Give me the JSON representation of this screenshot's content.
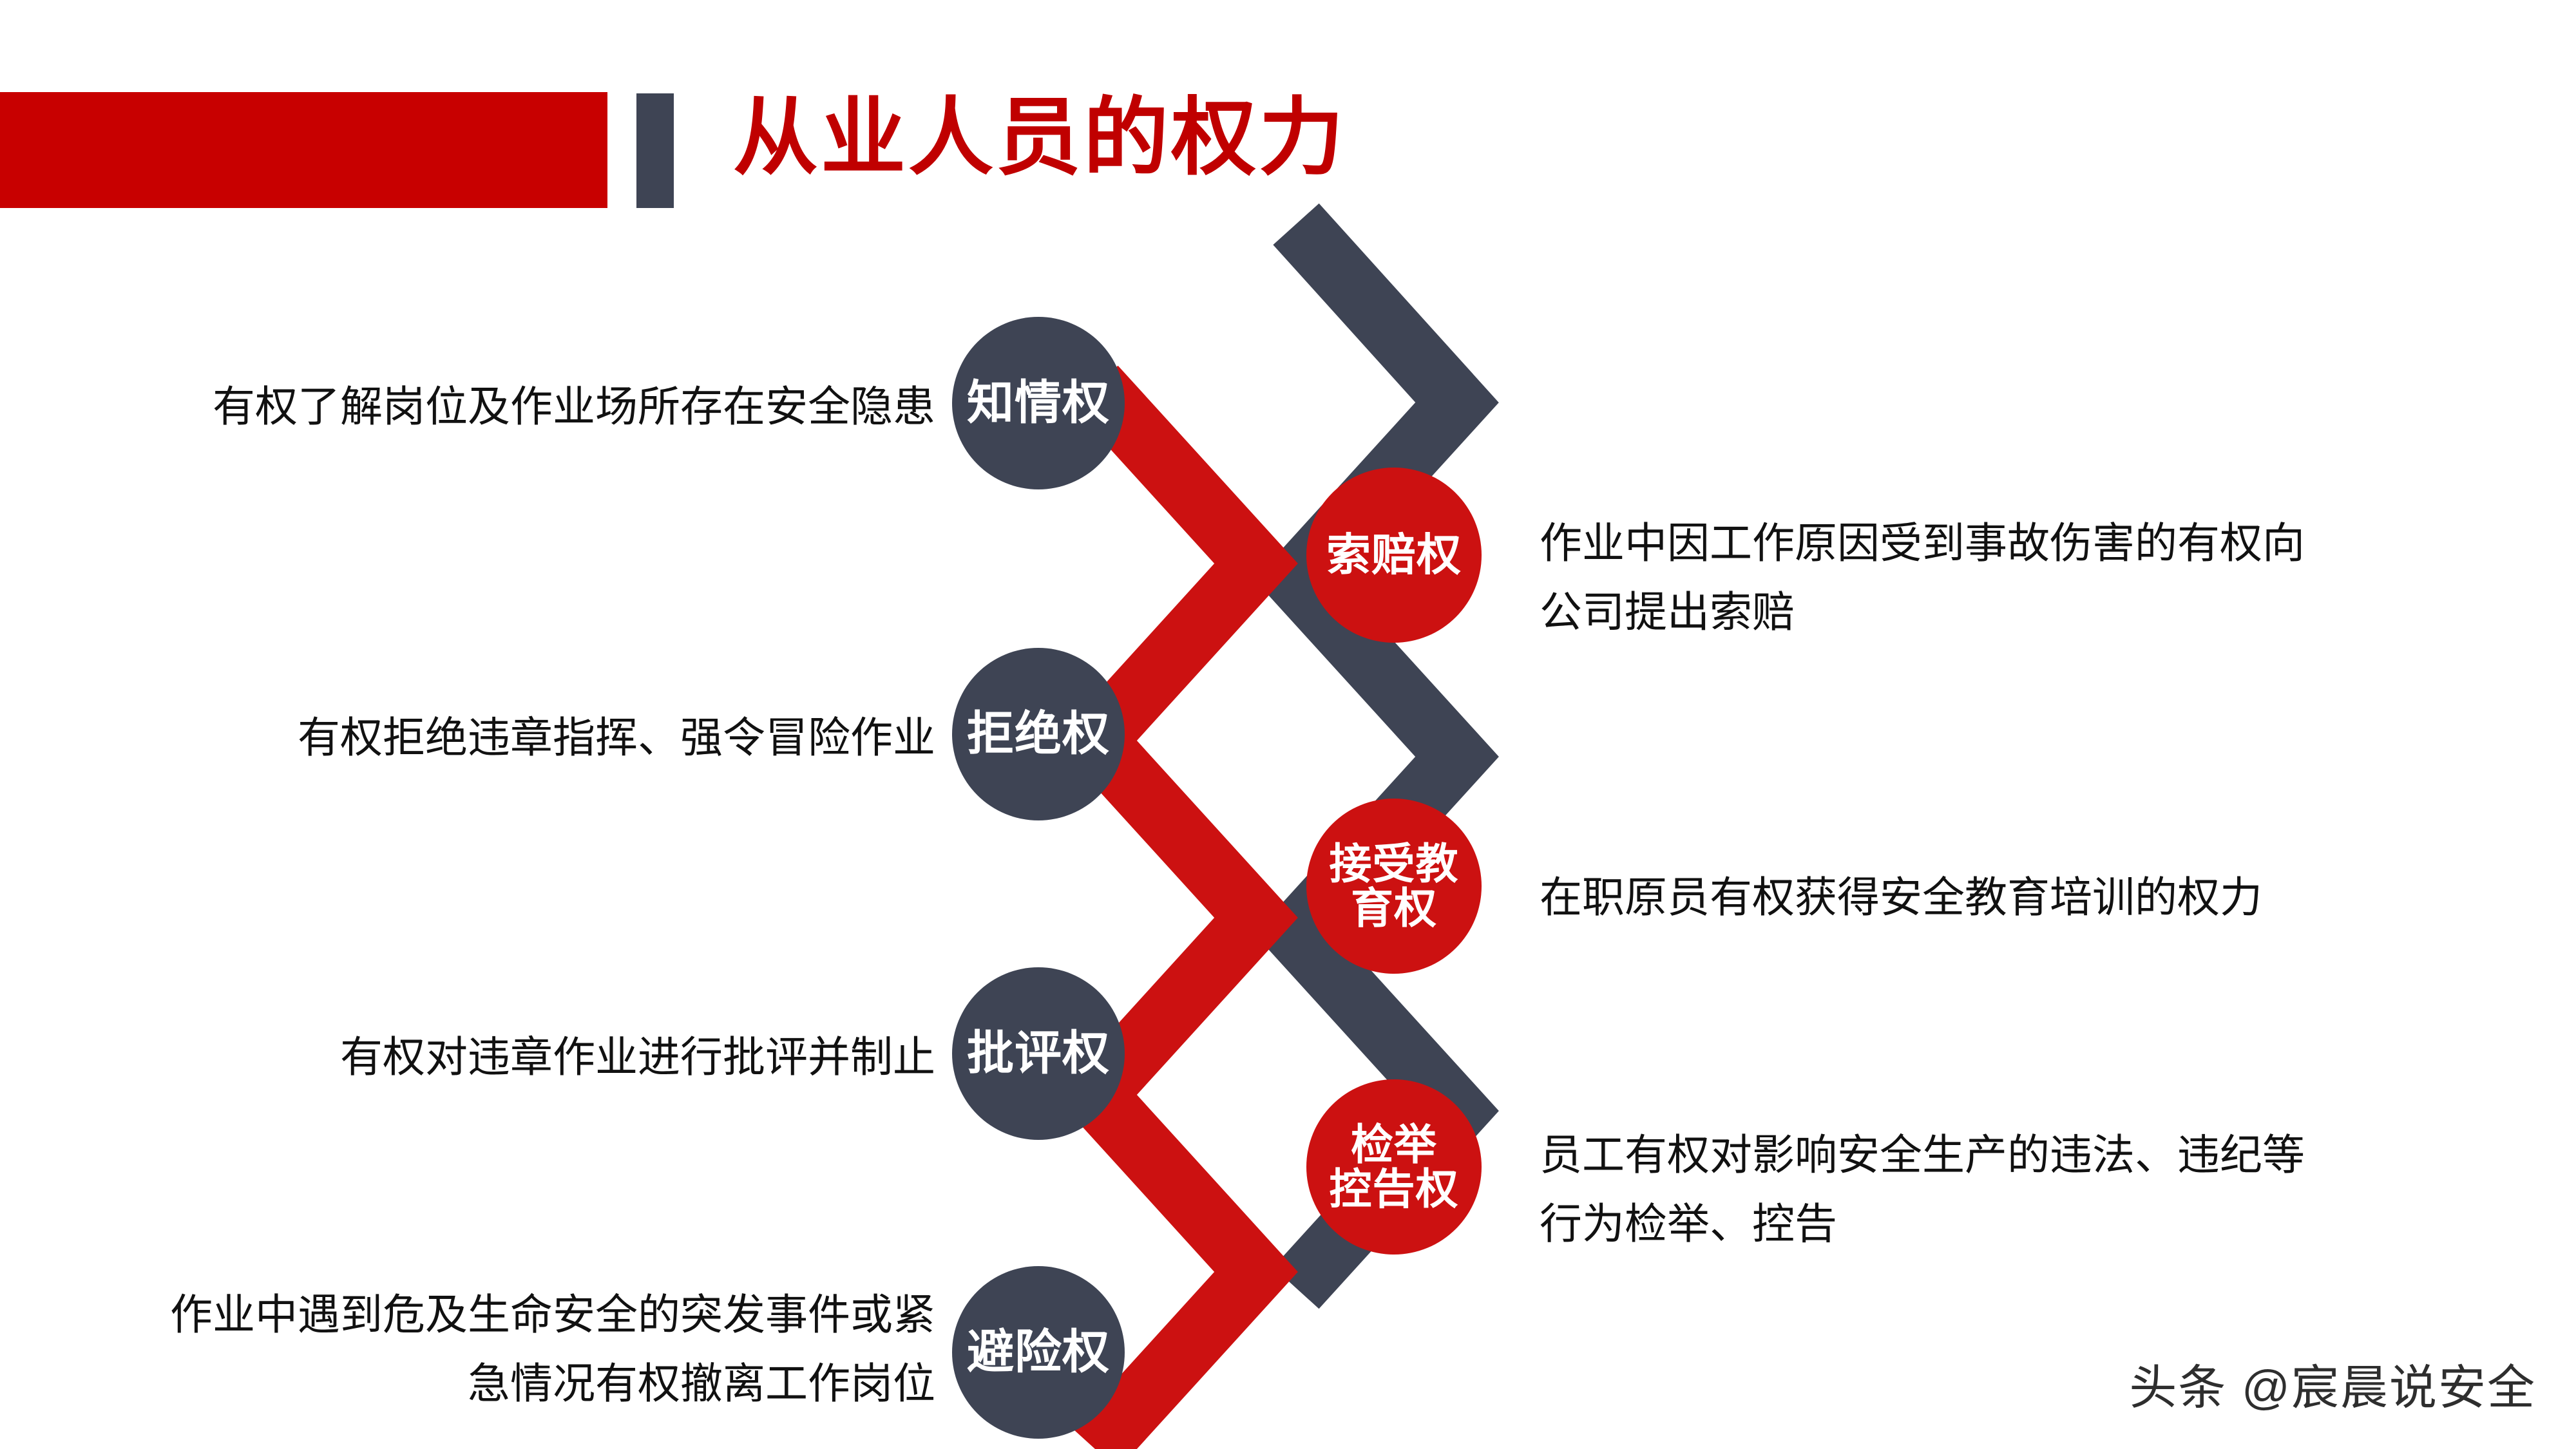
{
  "header": {
    "title": "从业人员的权力",
    "accent_red": "#C80000",
    "bar_dark": "#3E4454"
  },
  "theme": {
    "red": "#CC1111",
    "dark": "#3E4454",
    "background": "#FFFFFF",
    "text": "#111111"
  },
  "left_items": [
    {
      "badge": "知情权",
      "text": "有权了解岗位及作业场所存在安全隐患"
    },
    {
      "badge": "拒绝权",
      "text": "有权拒绝违章指挥、强令冒险作业"
    },
    {
      "badge": "批评权",
      "text": "有权对违章作业进行批评并制止"
    },
    {
      "badge": "避险权",
      "text": "作业中遇到危及生命安全的突发事件或紧\n急情况有权撤离工作岗位"
    }
  ],
  "right_items": [
    {
      "badge": "索赔权",
      "text": "作业中因工作原因受到事故伤害的有权向\n公司提出索赔"
    },
    {
      "badge": "接受教\n育权",
      "text": "在职原员有权获得安全教育培训的权力"
    },
    {
      "badge": "检举\n控告权",
      "text": "员工有权对影响安全生产的违法、违纪等\n行为检举、控告"
    }
  ],
  "watermark": "头条 @宸晨说安全"
}
